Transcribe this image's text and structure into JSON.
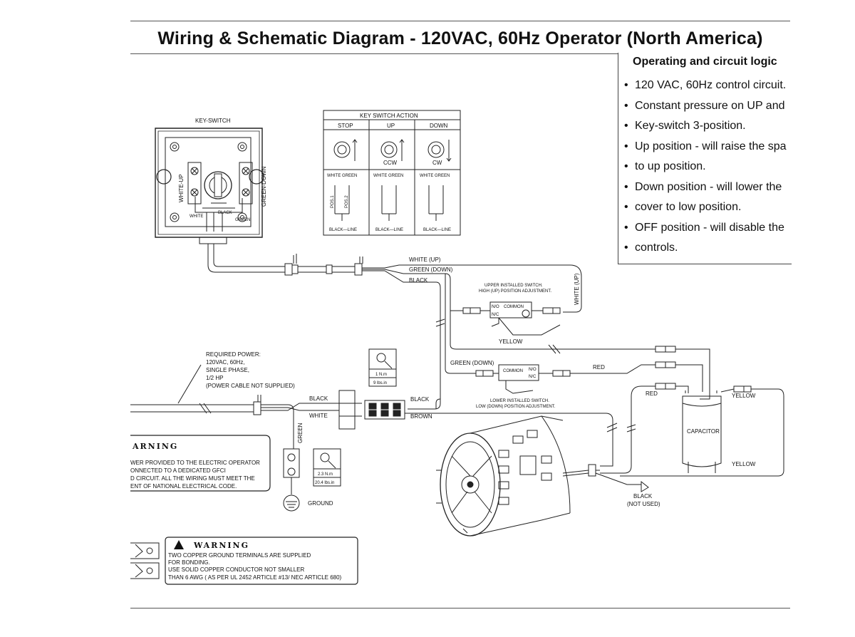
{
  "header": {
    "title": "Wiring & Schematic Diagram - 120VAC, 60Hz Operator (North America)"
  },
  "logic_panel": {
    "title": "Operating and circuit logic",
    "lines": [
      "120 VAC, 60Hz control circuit.",
      "Constant pressure on UP and",
      "Key-switch 3-position.",
      "Up position - will raise the spa",
      "to up position.",
      "Down position - will lower the",
      "cover to low position.",
      "OFF position - will disable the",
      "controls."
    ]
  },
  "key_switch": {
    "label": "KEY-SWITCH",
    "left_side": "WHITE-UP",
    "right_side": "GREEN-DOWN",
    "inner_labels": [
      "WHITE",
      "BLACK",
      "GREEN"
    ]
  },
  "key_switch_action": {
    "title": "KEY  SWITCH  ACTION",
    "columns": [
      {
        "header": "STOP",
        "rotation": "",
        "contacts": "WHITE GREEN",
        "line": "BLACK—LINE"
      },
      {
        "header": "UP",
        "rotation": "CCW",
        "contacts": "WHITE GREEN",
        "line": "BLACK—LINE"
      },
      {
        "header": "DOWN",
        "rotation": "CW",
        "contacts": "WHITE GREEN",
        "line": "BLACK—LINE"
      }
    ],
    "pos1": "POS.1",
    "pos2": "POS.2"
  },
  "wires": {
    "white_up": "WHITE (UP)",
    "green_down": "GREEN (DOWN)",
    "black": "BLACK",
    "white_up_vertical": "WHITE (UP)",
    "yellow": "YELLOW",
    "green_down_lower": "GREEN (DOWN)",
    "red_upper": "RED",
    "red_lower": "RED",
    "yellow_cap_top": "YELLOW",
    "yellow_cap_bottom": "YELLOW",
    "black_left": "BLACK",
    "white_left": "WHITE",
    "black_right": "BLACK",
    "brown": "BROWN",
    "green_vertical": "GREEN",
    "black_not_used": "BLACK",
    "not_used": "(NOT USED)"
  },
  "switches": {
    "upper_line1": "UPPER INSTALLED SWITCH.",
    "upper_line2": "HIGH (UP) POSITION ADJUSTMENT.",
    "upper_no": "N/O",
    "upper_nc": "N/C",
    "upper_common": "COMMON",
    "lower_line1": "LOWER INSTALLED SWITCH.",
    "lower_line2": "LOW (DOWN) POSITION ADJUSTMENT.",
    "lower_common": "COMMON",
    "lower_no": "N/O",
    "lower_nc": "N/C"
  },
  "power": {
    "lines": [
      "REQUIRED POWER:",
      "120VAC, 60Hz,",
      "SINGLE PHASE,",
      "1/2 HP",
      "(POWER CABLE NOT SUPPLIED)"
    ]
  },
  "torque_terminal": {
    "nm": "1  N.m",
    "lbs": "9  lbs.in"
  },
  "torque_ground": {
    "nm": "2.3  N.m",
    "lbs": "20.4  lbs.in"
  },
  "capacitor": {
    "label": "CAPACITOR"
  },
  "ground": {
    "label": "GROUND"
  },
  "warning_gfci": {
    "heading": "ARNING",
    "lines": [
      "WER PROVIDED TO THE ELECTRIC  OPERATOR",
      "ONNECTED TO A DEDICATED  GFCI",
      "D CIRCUIT. ALL THE WIRING MUST MEET THE",
      "ENT OF NATIONAL ELECTRICAL CODE."
    ]
  },
  "warning_ground": {
    "heading": "WARNING",
    "lines": [
      "TWO COPPER GROUND TERMINALS ARE SUPPLIED",
      "FOR BONDING.",
      "USE SOLID COPPER CONDUCTOR NOT SMALLER",
      "THAN 6 AWG ( AS PER UL 2452 ARTICLE #13/ NEC ARTICLE 680)"
    ]
  }
}
